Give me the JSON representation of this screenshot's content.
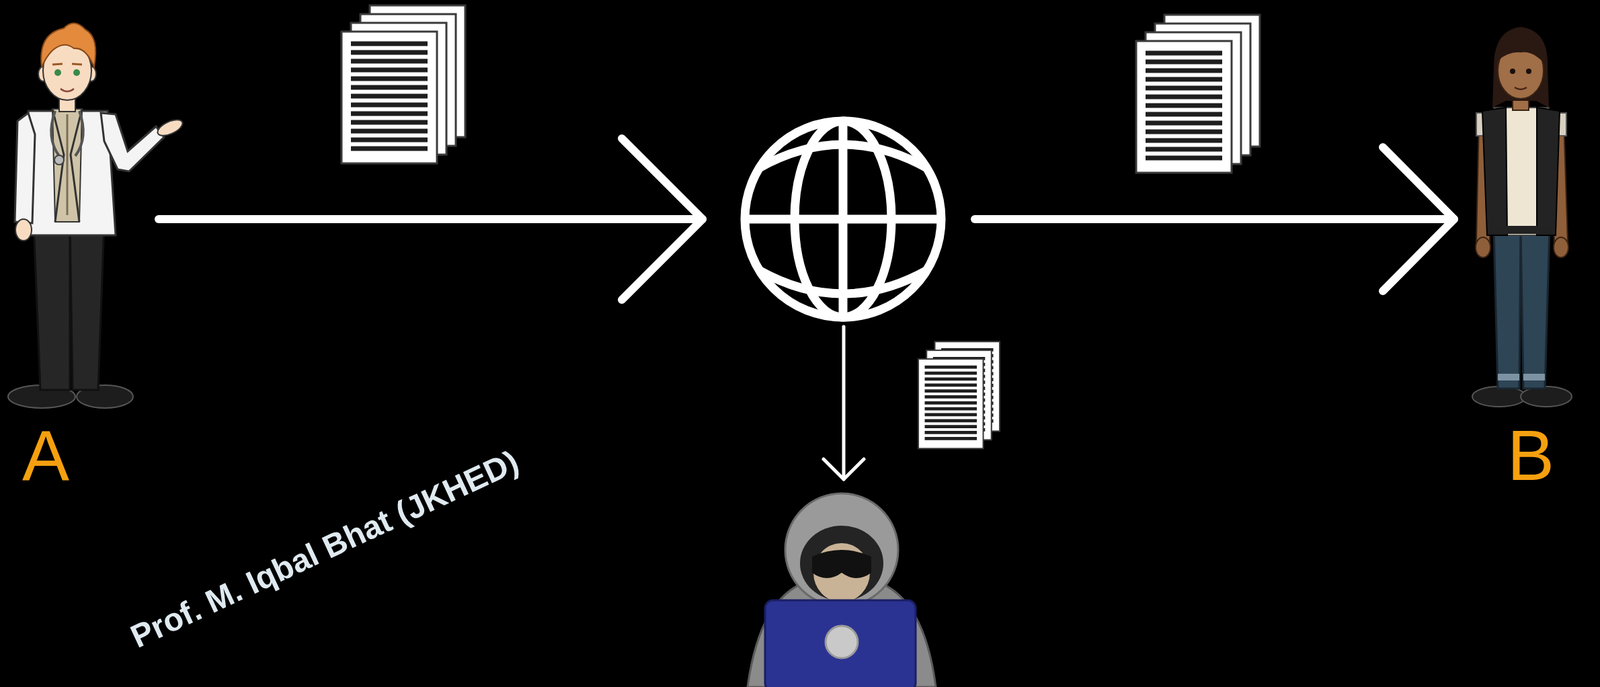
{
  "diagram": {
    "nodes": [
      {
        "text": [
          "A"
        ]
      },
      {
        "text": []
      },
      {
        "text": [
          "B"
        ]
      },
      {
        "text": []
      }
    ],
    "edges": [
      {
        "from": 0,
        "to": 1,
        "arrow": "to"
      },
      {
        "from": 1,
        "to": 2,
        "arrow": "to"
      },
      {
        "from": 1,
        "to": 3,
        "arrow": "to"
      }
    ],
    "labels": [
      "Prof. M. Iqbal Bhat (JKHED)"
    ]
  }
}
